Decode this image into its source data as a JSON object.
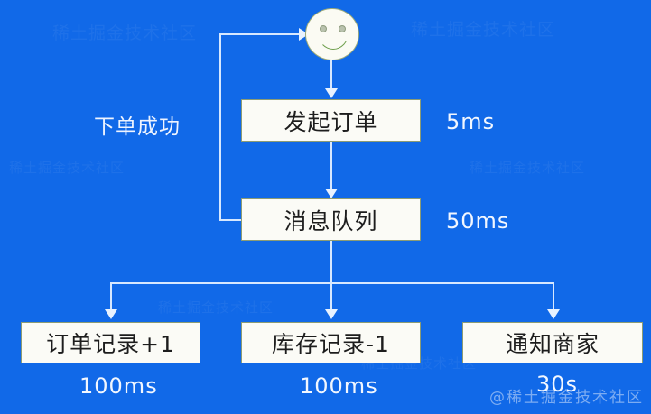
{
  "diagram": {
    "type": "flowchart",
    "background_color": "#1169e8",
    "node_fill": "#fbfbf6",
    "node_border": "#8c9c74",
    "connector_color": "#d7e8ff",
    "label_color": "#eef4ff",
    "actor": {
      "name": "smiley-face-user",
      "shape": "circle"
    },
    "nodes": [
      {
        "id": "initiate-order",
        "label": "发起订单",
        "latency": "5ms"
      },
      {
        "id": "message-queue",
        "label": "消息队列",
        "latency": "50ms"
      },
      {
        "id": "order-record",
        "label": "订单记录+1",
        "latency": "100ms"
      },
      {
        "id": "stock-record",
        "label": "库存记录-1",
        "latency": "100ms"
      },
      {
        "id": "notify-merchant",
        "label": "通知商家",
        "latency": "30s"
      }
    ],
    "edges": [
      {
        "id": "actor-to-initiate",
        "from": "smiley-face-user",
        "to": "initiate-order",
        "label": ""
      },
      {
        "id": "initiate-to-queue",
        "from": "initiate-order",
        "to": "message-queue",
        "label": ""
      },
      {
        "id": "queue-to-actor",
        "from": "message-queue",
        "to": "smiley-face-user",
        "label": "下单成功"
      },
      {
        "id": "queue-to-order-record",
        "from": "message-queue",
        "to": "order-record",
        "label": ""
      },
      {
        "id": "queue-to-stock-record",
        "from": "message-queue",
        "to": "stock-record",
        "label": ""
      },
      {
        "id": "queue-to-notify",
        "from": "message-queue",
        "to": "notify-merchant",
        "label": ""
      }
    ],
    "feedback_label": "下单成功",
    "latencies": {
      "initiate_order": "5ms",
      "message_queue": "50ms",
      "order_record": "100ms",
      "stock_record": "100ms",
      "notify_merchant": "30s"
    },
    "watermark": {
      "attribution": "@稀土掘金技术社区",
      "tiles": [
        "稀土掘金技术社区",
        "稀土掘金技术社区",
        "稀土掘金技术社区",
        "稀土掘金技术社区",
        "稀土掘金技术社区",
        "稀土掘金技术社区"
      ]
    }
  }
}
